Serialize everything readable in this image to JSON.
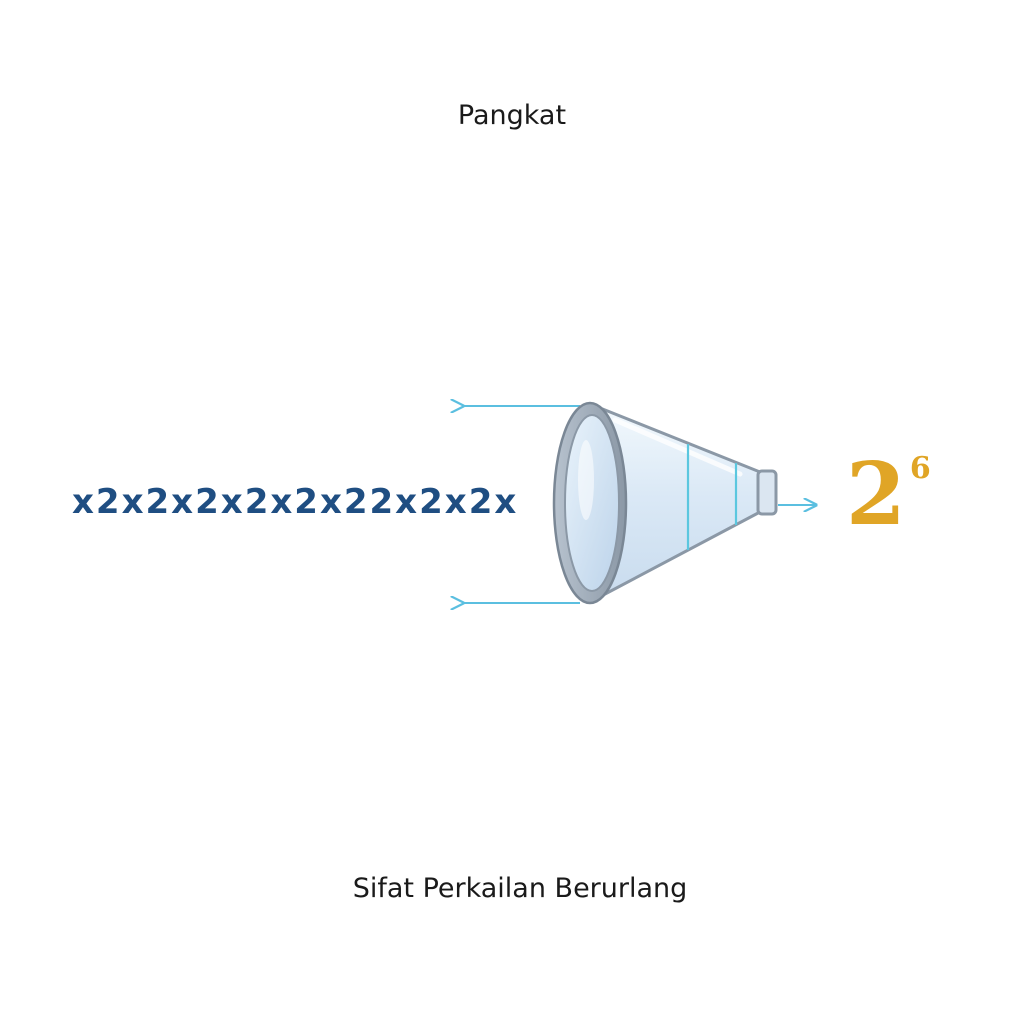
{
  "title": "Pangkat",
  "caption": "Sifat Perkailan Berurlang",
  "sequence": "x2x2x2x2x2x22x2x2x",
  "result": {
    "base": "2",
    "exponent": "6"
  },
  "colors": {
    "sequence": "#1f4e82",
    "result": "#e0a526",
    "arrows": "#5bbfe0",
    "funnel_rim": "#9aa6b3"
  }
}
